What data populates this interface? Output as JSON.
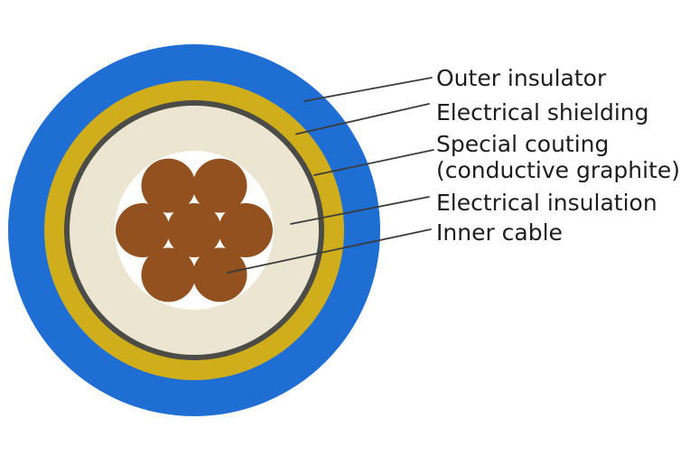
{
  "labels": [
    {
      "lines": [
        "Outer insulator"
      ]
    },
    {
      "lines": [
        "Electrical shielding"
      ]
    },
    {
      "lines": [
        "Special couting",
        "(conductive graphite)"
      ]
    },
    {
      "lines": [
        "Electrical insulation"
      ]
    },
    {
      "lines": [
        "Inner cable"
      ]
    }
  ],
  "colors": {
    "outer_insulator": "#1e6ed4",
    "electrical_shielding": "#cfad1b",
    "special_coating": "#4b4b47",
    "electrical_insulation": "#ebe5d1",
    "core_background": "#ffffff",
    "inner_cable": "#93511f",
    "leader_line": "#3c3c3c",
    "text": "#1d1d1d"
  }
}
